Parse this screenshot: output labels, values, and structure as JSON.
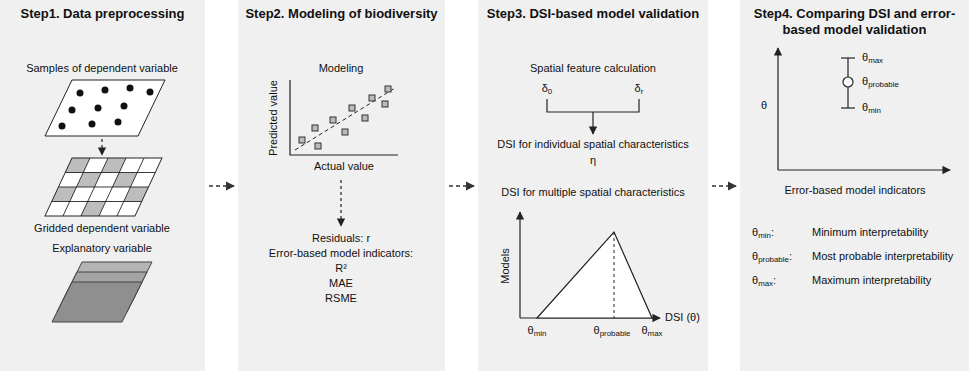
{
  "diagram": {
    "nodes": [
      {
        "text": [
          "Step1. Data preprocessing"
        ]
      },
      {
        "text": [
          "Step2. Modeling of biodiversity"
        ]
      },
      {
        "text": [
          "Step3. DSI-based model validation"
        ]
      },
      {
        "text": [
          "Step4. Comparing DSI and error-based model validation"
        ]
      }
    ],
    "edges": [
      {
        "from": 0,
        "to": 1,
        "arrow": "to"
      },
      {
        "from": 1,
        "to": 2,
        "arrow": "to"
      },
      {
        "from": 2,
        "to": 3,
        "arrow": "to"
      }
    ],
    "labels": [
      "Samples of dependent variable",
      "Gridded dependent variable",
      "Explanatory variable",
      "Modeling",
      "Predicted value",
      "Actual value",
      "Residuals: r",
      "Error-based model indicators:",
      "R²",
      "MAE",
      "RSME",
      "Spatial feature calculation",
      "δ0",
      "δr",
      "DSI for individual spatial characteristics",
      "η",
      "DSI for multiple spatial characteristics",
      "Models",
      "θmin",
      "θprobable",
      "θmax",
      "DSI (θ)",
      "θmax",
      "θprobable",
      "θmin",
      "θ",
      "Error-based model indicators",
      "θmin:",
      "Minimum interpretability",
      "θprobable:",
      "Most probable interpretability",
      "θmax:",
      "Maximum interpretability"
    ]
  }
}
